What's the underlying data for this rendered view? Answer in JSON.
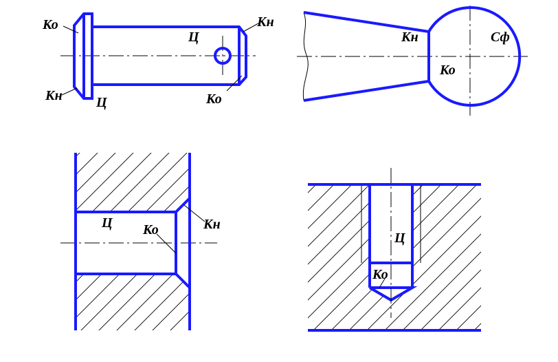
{
  "colors": {
    "outline": "#1a1aff",
    "lines": "#000000",
    "background": "#ffffff"
  },
  "figures": {
    "pin": {
      "labels": {
        "ko_left": "Ко",
        "kn_left": "Кн",
        "c_bottom": "Ц",
        "c_body": "Ц",
        "kn_right": "Кн",
        "ko_right": "Ко"
      }
    },
    "ball_end": {
      "labels": {
        "kn": "Кн",
        "sf": "Сф",
        "ko": "Ко"
      }
    },
    "hole_section": {
      "labels": {
        "c": "Ц",
        "ko": "Ко",
        "kn": "Кн"
      }
    },
    "blind_hole": {
      "labels": {
        "c": "Ц",
        "ko": "Ко"
      }
    }
  }
}
